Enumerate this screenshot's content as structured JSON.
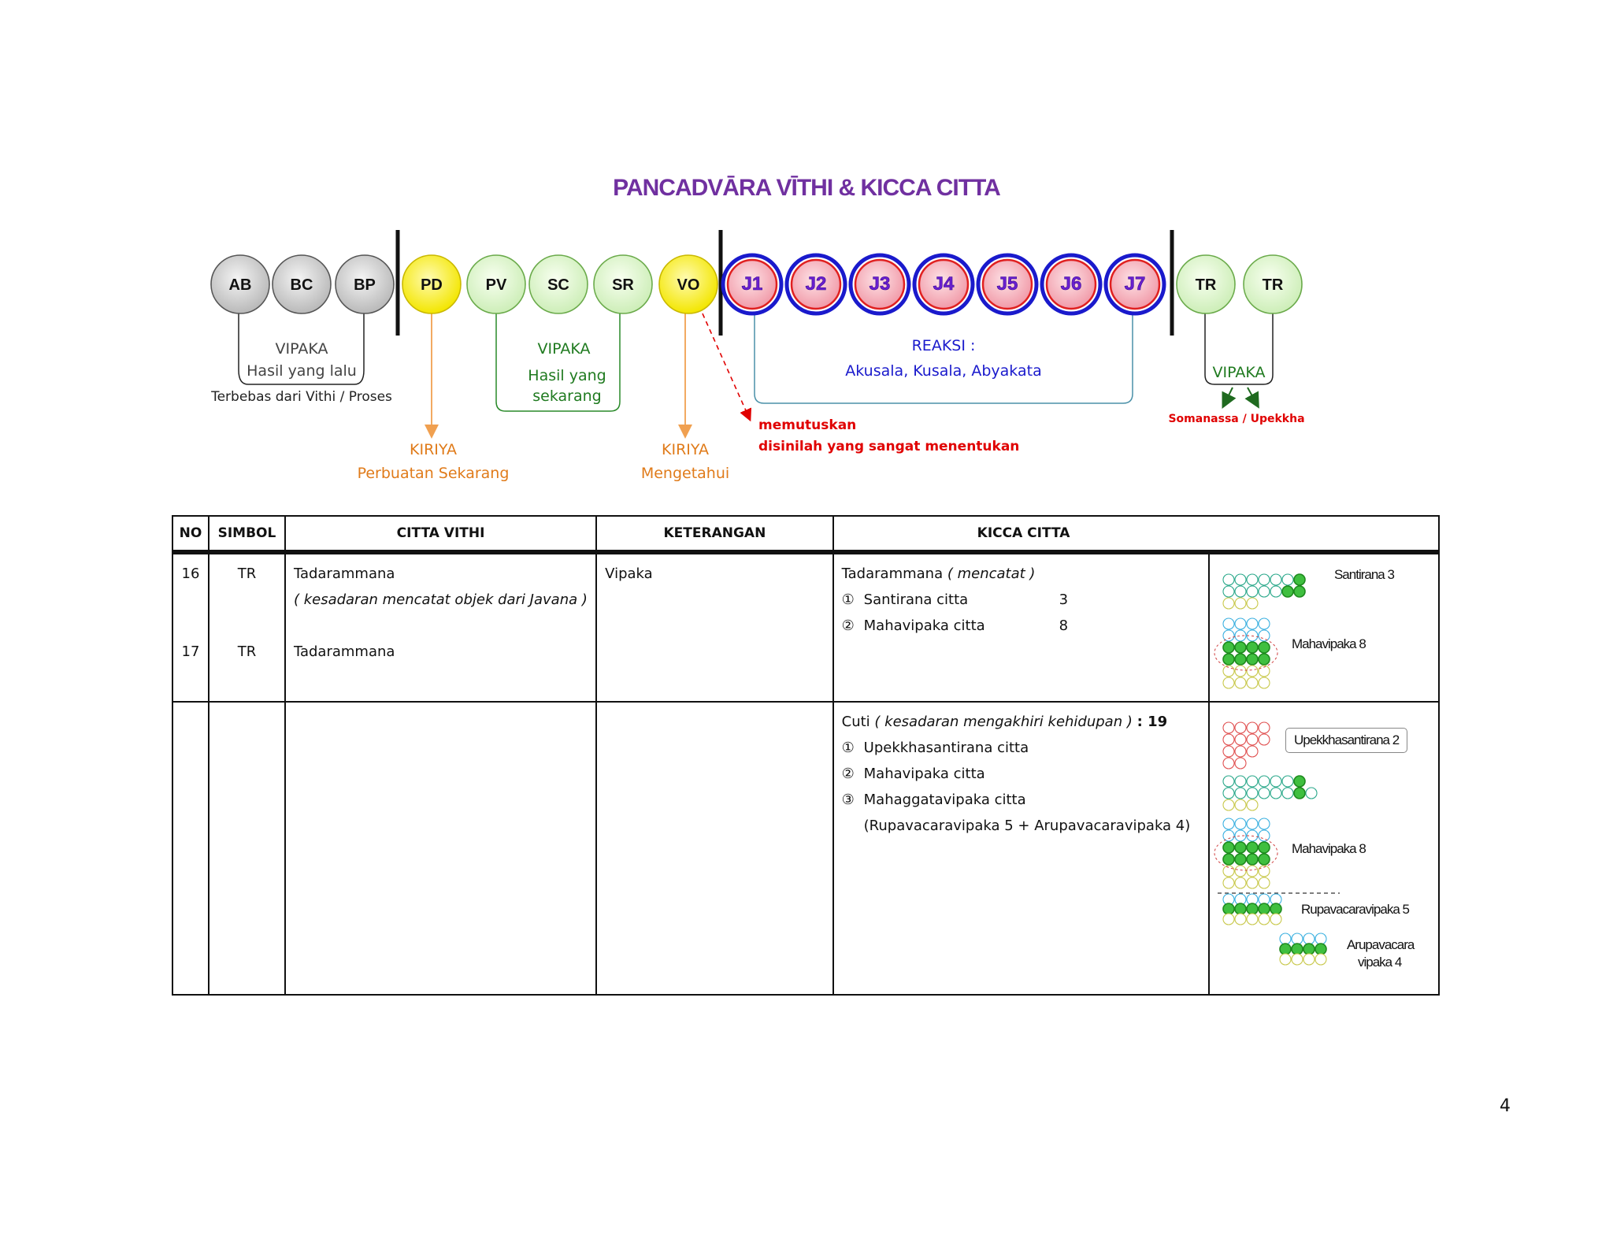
{
  "title": "PANCADVĀRA VĪTHI & KICCA CITTA",
  "circles": [
    {
      "label": "AB",
      "kind": "gray"
    },
    {
      "label": "BC",
      "kind": "gray"
    },
    {
      "label": "BP",
      "kind": "gray"
    },
    {
      "label": "PD",
      "kind": "yellow"
    },
    {
      "label": "PV",
      "kind": "lightgreen"
    },
    {
      "label": "SC",
      "kind": "lightgreen"
    },
    {
      "label": "SR",
      "kind": "lightgreen"
    },
    {
      "label": "VO",
      "kind": "yellow"
    },
    {
      "label": "J1",
      "kind": "javana"
    },
    {
      "label": "J2",
      "kind": "javana"
    },
    {
      "label": "J3",
      "kind": "javana"
    },
    {
      "label": "J4",
      "kind": "javana"
    },
    {
      "label": "J5",
      "kind": "javana"
    },
    {
      "label": "J6",
      "kind": "javana"
    },
    {
      "label": "J7",
      "kind": "javana"
    },
    {
      "label": "TR",
      "kind": "lightgreen"
    },
    {
      "label": "TR",
      "kind": "lightgreen"
    }
  ],
  "annotations": {
    "past_vipaka": "VIPAKA",
    "past_hasil": "Hasil yang lalu",
    "past_free": "Terbebas dari Vithi / Proses",
    "pd_kiriya": "KIRIYA",
    "pd_desc": "Perbuatan Sekarang",
    "now_vipaka": "VIPAKA",
    "now_hasil_1": "Hasil yang",
    "now_hasil_2": "sekarang",
    "vo_kiriya": "KIRIYA",
    "vo_desc": "Mengetahui",
    "decide_1": "memutuskan",
    "decide_2": "disinilah yang sangat menentukan",
    "reaksi": "REAKSI :",
    "reaksi_types": "Akusala, Kusala, Abyakata",
    "tr_vipaka": "VIPAKA",
    "tr_feel": "Somanassa / Upekkha"
  },
  "table": {
    "headers": [
      "NO",
      "SIMBOL",
      "CITTA VITHI",
      "KETERANGAN",
      "KICCA CITTA"
    ],
    "row1": {
      "no_a": "16",
      "sym_a": "TR",
      "citta_a": "Tadarammana",
      "citta_a_note": "( kesadaran mencatat objek dari Javana )",
      "no_b": "17",
      "sym_b": "TR",
      "citta_b": "Tadarammana",
      "keterangan": "Vipaka",
      "kicca_title": "Tadarammana",
      "kicca_title_note": "( mencatat )",
      "items": [
        {
          "mark": "①",
          "name": "Santirana citta",
          "count": "3"
        },
        {
          "mark": "②",
          "name": "Mahavipaka citta",
          "count": "8"
        }
      ],
      "fig_labels": {
        "santirana": "Santirana 3",
        "mahavipaka": "Mahavipaka 8"
      }
    },
    "row2": {
      "kicca_title": "Cuti",
      "kicca_title_note": "( kesadaran mengakhiri kehidupan )",
      "kicca_total": ": 19",
      "items": [
        {
          "mark": "①",
          "name": "Upekkhasantirana citta"
        },
        {
          "mark": "②",
          "name": "Mahavipaka citta"
        },
        {
          "mark": "③",
          "name": "Mahaggatavipaka citta"
        }
      ],
      "sub_note": "(Rupavacaravipaka 5 + Arupavacaravipaka 4)",
      "fig_labels": {
        "upekkha": "Upekkhasantirana 2",
        "mahavipaka": "Mahavipaka 8",
        "rupa": "Rupavacaravipaka 5",
        "arupa_1": "Arupavacara",
        "arupa_2": "vipaka 4"
      }
    }
  },
  "page_number": "4",
  "colors": {
    "title": "#7030a0",
    "vipaka_green": "#1f7a1f",
    "kiriya_orange": "#e07b1a",
    "reaksi_blue": "#1a1acc",
    "decide_red": "#e00000",
    "javana_ring": "#1a1acc",
    "javana_fill": "#f4b6c0"
  }
}
